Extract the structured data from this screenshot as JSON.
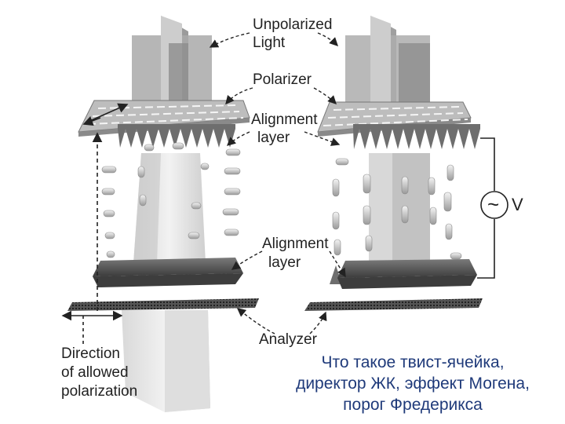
{
  "labels": {
    "unpolarized_1": "Unpolarized",
    "unpolarized_2": "Light",
    "polarizer": "Polarizer",
    "alignment_top_1": "Alignment",
    "alignment_top_2": "layer",
    "voltage": "V",
    "alignment_bottom_1": "Alignment",
    "alignment_bottom_2": "layer",
    "analyzer": "Analyzer",
    "direction_1": "Direction",
    "direction_2": "of allowed",
    "direction_3": "polarization",
    "ac_symbol": "~"
  },
  "caption": {
    "line1": "Что такое твист-ячейка,",
    "line2": "директор ЖК, эффект Могена,",
    "line3": "порог Фредерикса"
  },
  "colors": {
    "text": "#222222",
    "caption": "#1f3a7a",
    "light_dark": "#8a8a8a",
    "light_mid": "#b4b4b4",
    "plate": "#5a5a5a",
    "molecule": "#cfcfcf"
  }
}
